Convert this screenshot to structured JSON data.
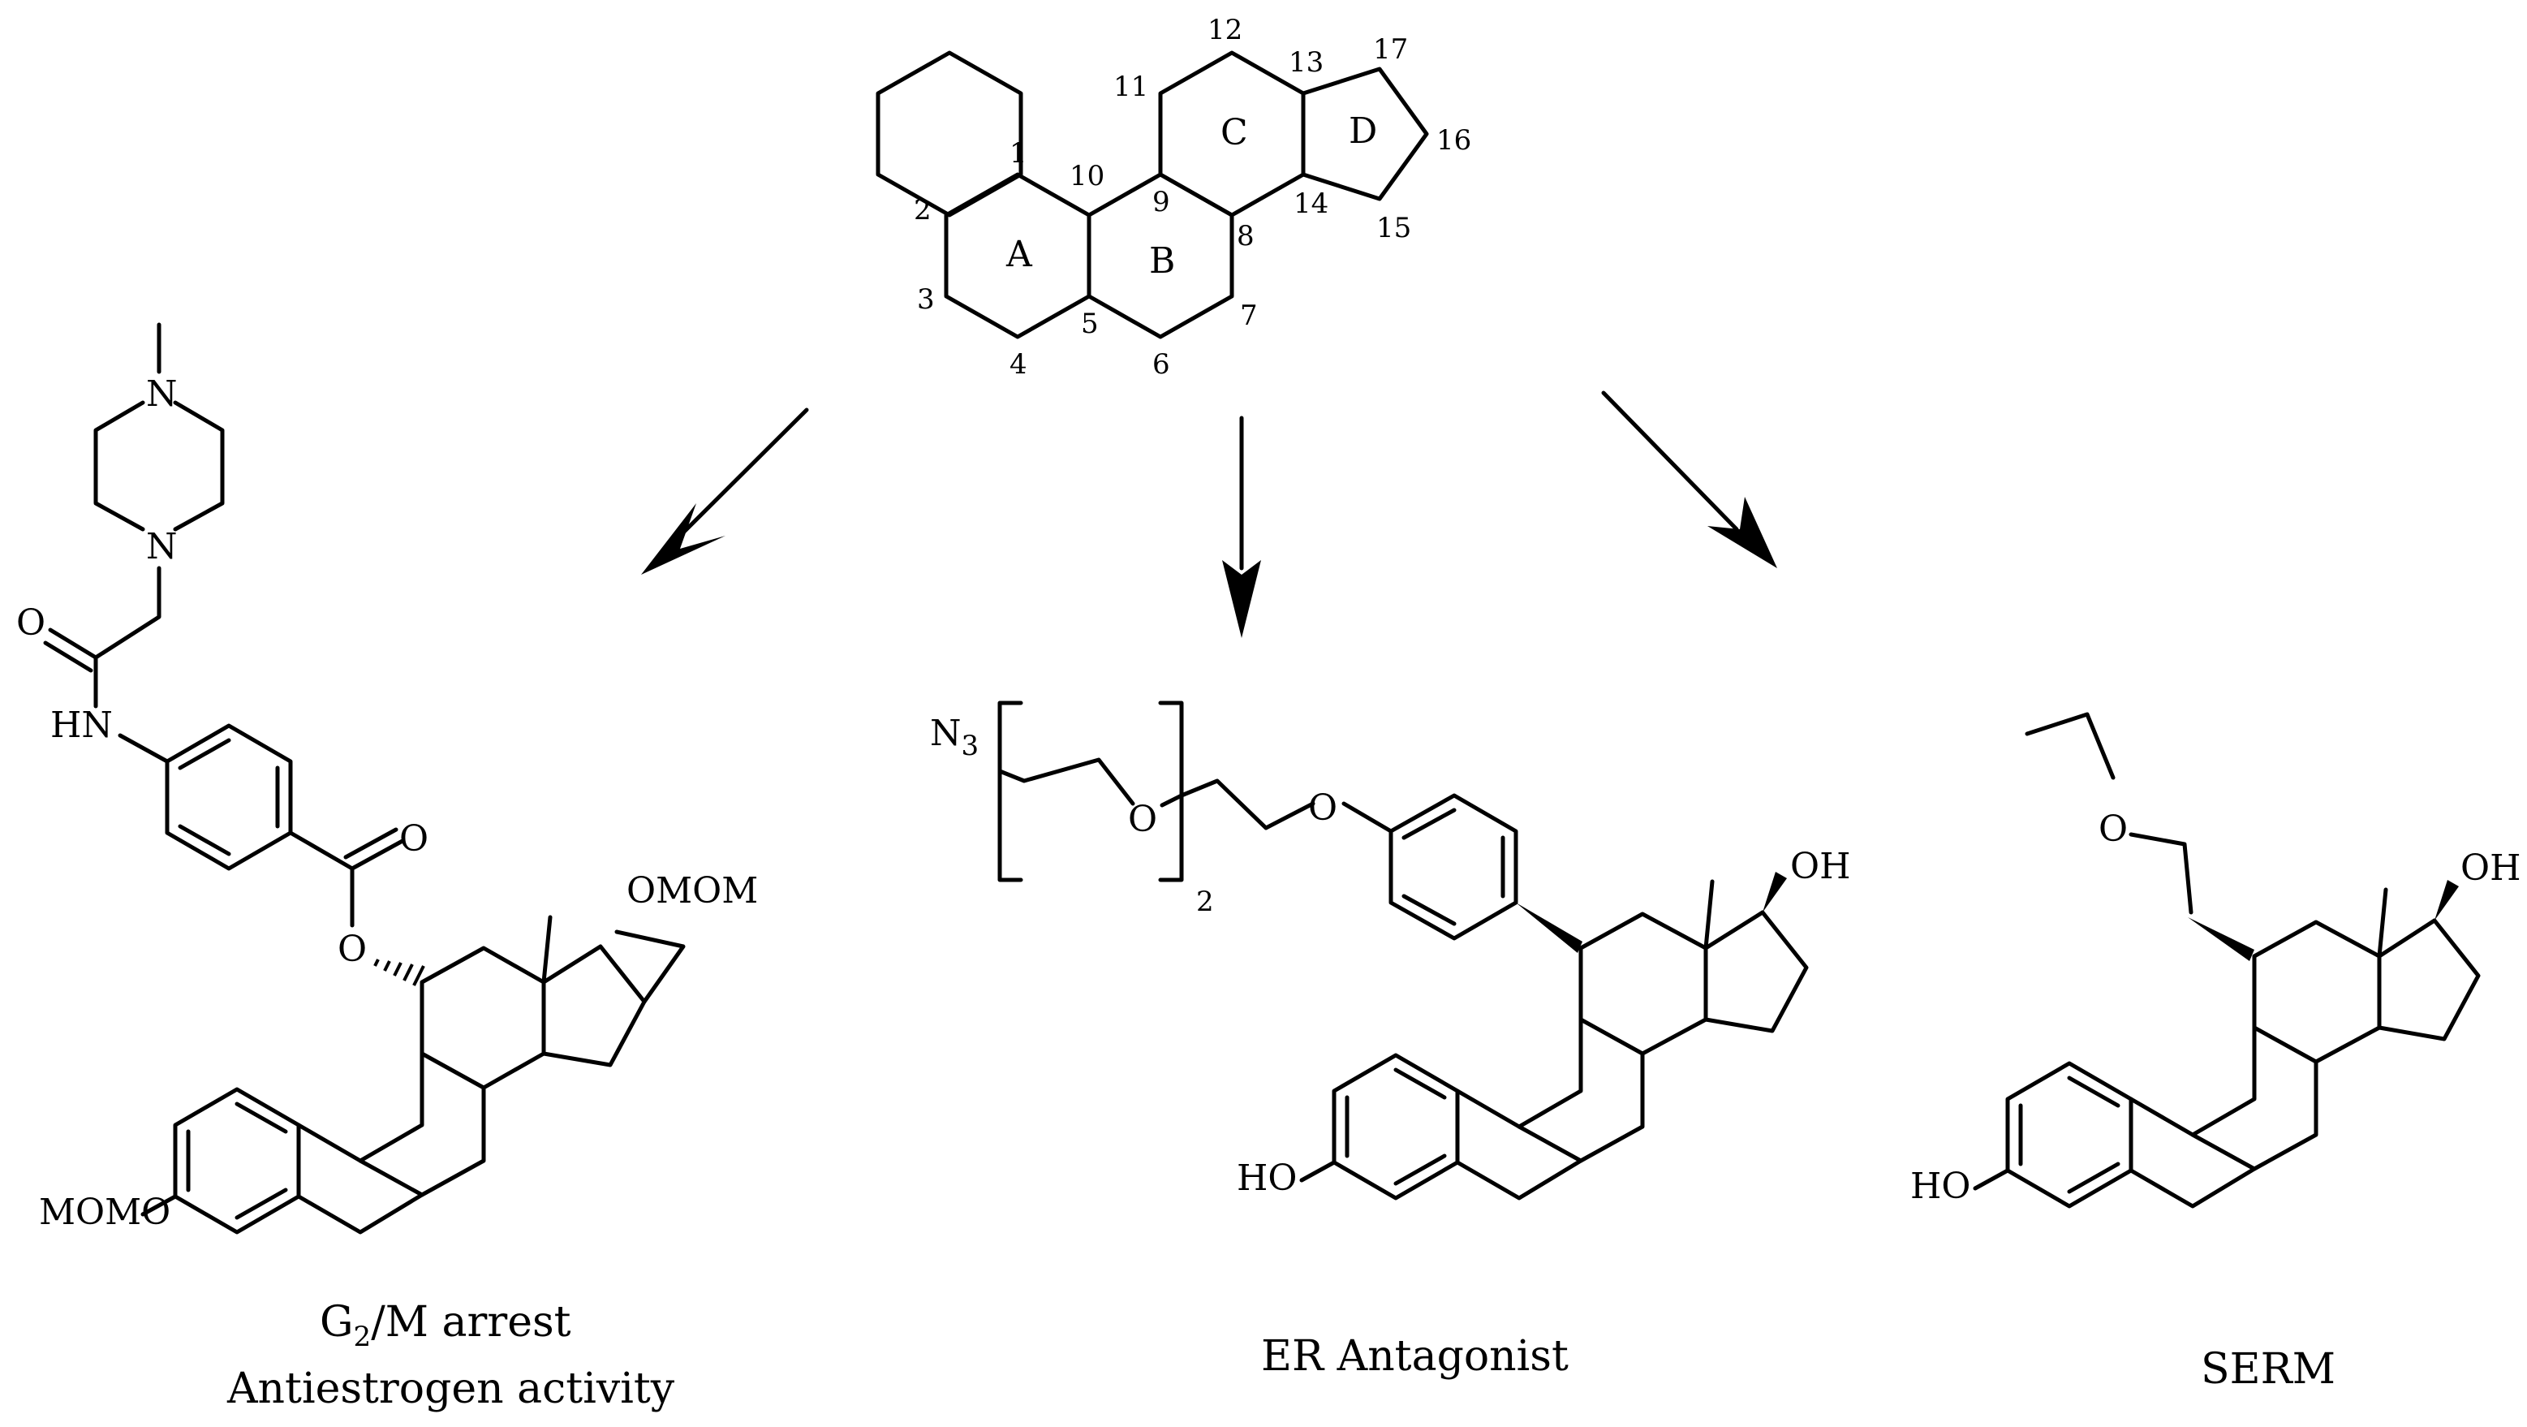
{
  "steroid_core": {
    "ring_labels": [
      "A",
      "B",
      "C",
      "D"
    ],
    "position_numbers": [
      "1",
      "2",
      "3",
      "4",
      "5",
      "6",
      "7",
      "8",
      "9",
      "10",
      "11",
      "12",
      "13",
      "14",
      "15",
      "16",
      "17"
    ]
  },
  "compound_left": {
    "atom_labels": {
      "n_top": "N",
      "n_bottom": "N",
      "o_carbonyl": "O",
      "nh": "HN",
      "o_ester_carbonyl": "O",
      "o_ester": "O",
      "o17": "OMOM",
      "o3": "MOMO"
    },
    "caption_line1_main": "G",
    "caption_line1_sub": "2",
    "caption_line1_rest": "/M arrest",
    "caption_line2": "Antiestrogen activity"
  },
  "compound_middle": {
    "atom_labels": {
      "azide_main": "N",
      "azide_sub": "3",
      "o_peg1": "O",
      "o_peg2": "O",
      "repeat": "2",
      "oh17": "OH",
      "ho3": "HO"
    },
    "caption": "ER Antagonist"
  },
  "compound_right": {
    "atom_labels": {
      "o_ether": "O",
      "oh17": "OH",
      "ho3": "HO"
    },
    "caption": "SERM"
  }
}
